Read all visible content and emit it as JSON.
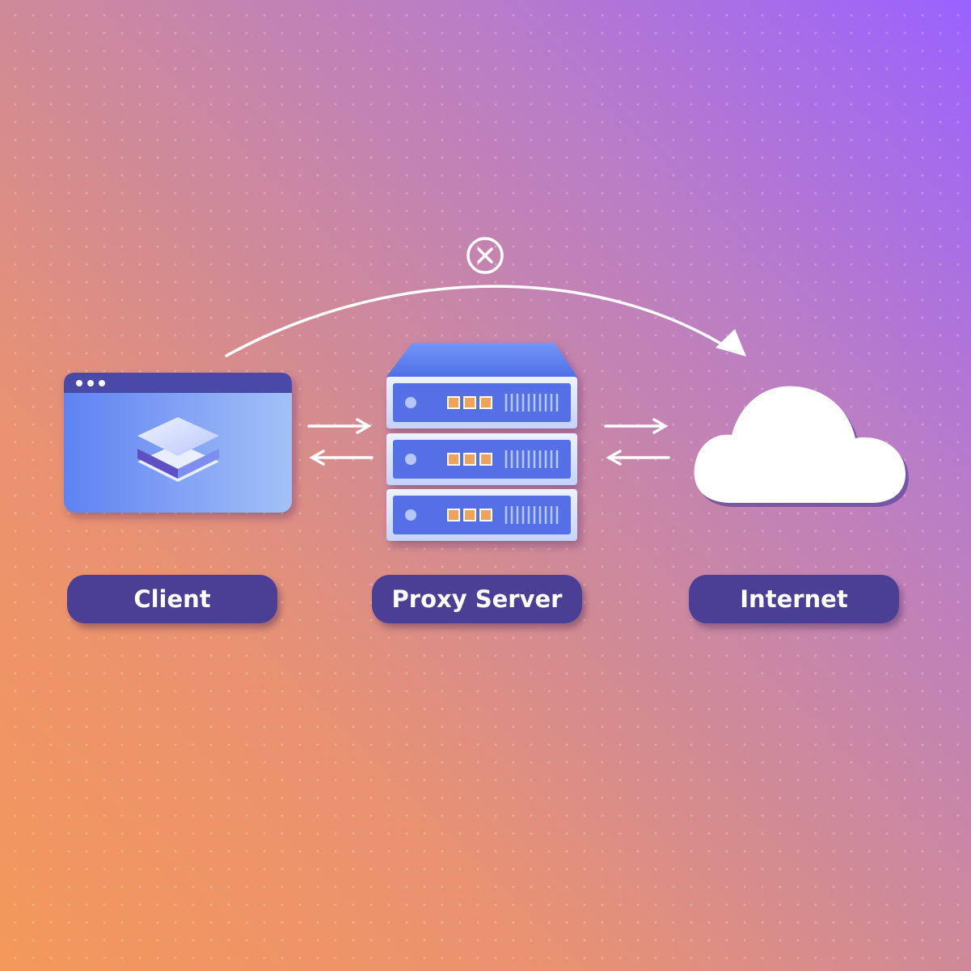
{
  "labels": {
    "client": "Client",
    "proxy": "Proxy Server",
    "internet": "Internet"
  },
  "icons": {
    "client": "browser-window-layers-icon",
    "proxy": "server-rack-icon",
    "internet": "cloud-icon",
    "blocked": "x-circle-icon"
  },
  "colors": {
    "pill": "#4a3f94",
    "gradient_start": "#f4985a",
    "gradient_end": "#9a62ff",
    "accent_blue": "#5b7df0",
    "port_orange": "#f0a25a"
  }
}
